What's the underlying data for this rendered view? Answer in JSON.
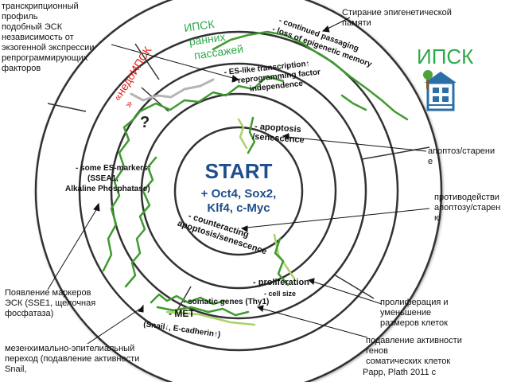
{
  "center": {
    "title": "START",
    "factors_line1": "+ Oct4, Sox2,",
    "factors_line2": "Klf4, c-Myc"
  },
  "ring_labels": {
    "apoptosis": "- apoptosis\n/senescence",
    "counteracting": "- counteracting\napoptosis/senescence",
    "proliferation": "- proliferation",
    "cell_size": "- cell size",
    "somatic_genes": "- somatic genes (Thy1)",
    "met": "- MET",
    "snail": "(Snail↓, E-cadherin↑)",
    "es_markers": "- some ES-markers↑\n(SSEA1,\nAlkaline Phosphatase)",
    "es_like": "- ES-like transcription↑\n- reprogramming factor\nindependence",
    "continued": "- continued passaging\n- loss of epigenetic memory",
    "question": "?"
  },
  "stage_labels": {
    "early_ipsc": "ИПСК\nранних\nпассажей",
    "partial_ipsc": "«недоИПСК\n»",
    "ipsc": "ИПСК"
  },
  "annotations": {
    "es_transcription": "транскрипционный\nпрофиль\nподобный ЭСК\nнезависимость от\nэкзогенной экспрессии\nрепрограммирующих\nфакторов",
    "epigenetic": "Стирание эпигенетической\nпамяти",
    "apoptosis": "апоптоз/старени\nе",
    "counter_apoptosis": "противодействи\nапоптозу/старен\nю",
    "es_markers": "Появление маркеров\nЭСК (SSE1,  щелочная\nфосфатаза)",
    "proliferation": "пролиферация и\nуменьшение\nразмеров клеток",
    "somatic": "подавление активности\nгенов\nсоматических клеток",
    "met": "мезенхимально-эпителиальный\nпереход (подавление активности\nSnail,",
    "citation": "Papp, Plath 2011 с"
  },
  "colors": {
    "ring_fill": "#ffffff",
    "ring_border": "#333333",
    "path_green": "#3f9b2f",
    "path_light": "#a8d36a",
    "path_grey": "#b5b5b5",
    "center_text": "#1f4e8c",
    "stage_green": "#2daa4a",
    "stage_red": "#e0201b",
    "house_blue": "#2a6fa8"
  },
  "icons": [
    "house-icon",
    "tree-icon"
  ]
}
